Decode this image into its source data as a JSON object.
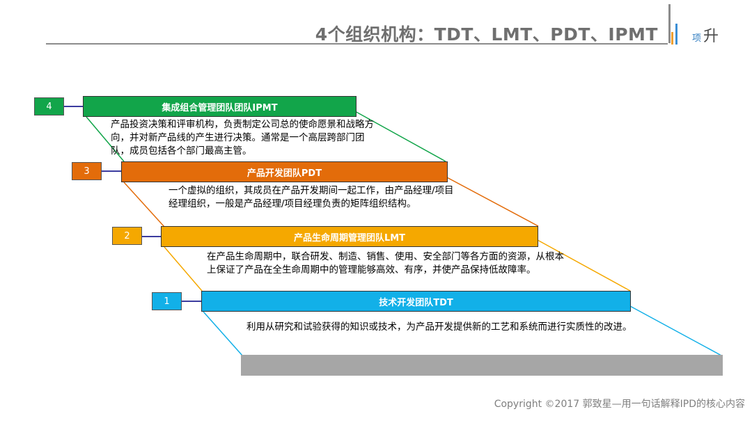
{
  "header": {
    "title": "4个组织机构：TDT、LMT、PDT、IPMT",
    "logo_text_small": "项",
    "logo_text": "升"
  },
  "colors": {
    "green": "#12a54a",
    "orange": "#e36c0a",
    "amber": "#f5a800",
    "blue": "#12b0e8",
    "base": "#a6a6a6"
  },
  "levels": [
    {
      "number": "4",
      "name": "集成组合管理团队团队IPMT",
      "description": "产品投资决策和评审机构，负责制定公司总的使命愿景和战略方向，并对新产品线的产生进行决策。通常是一个高层跨部门团队，成员包括各个部门最高主管。"
    },
    {
      "number": "3",
      "name": "产品开发团队PDT",
      "description": "一个虚拟的组织，其成员在产品开发期间一起工作，由产品经理/项目经理组织，一般是产品经理/项目经理负责的矩阵组织结构。"
    },
    {
      "number": "2",
      "name": "产品生命周期管理团队LMT",
      "description": "在产品生命周期中，联合研发、制造、销售、使用、安全部门等各方面的资源，从根本上保证了产品在全生命周期中的管理能够高效、有序，并使产品保持低故障率。"
    },
    {
      "number": "1",
      "name": "技术开发团队TDT",
      "description": "利用从研究和试验获得的知识或技术，为产品开发提供新的工艺和系统而进行实质性的改进。"
    }
  ],
  "footer": {
    "copyright": "Copyright ©2017 郭致星—用一句话解释IPD的核心内容"
  }
}
